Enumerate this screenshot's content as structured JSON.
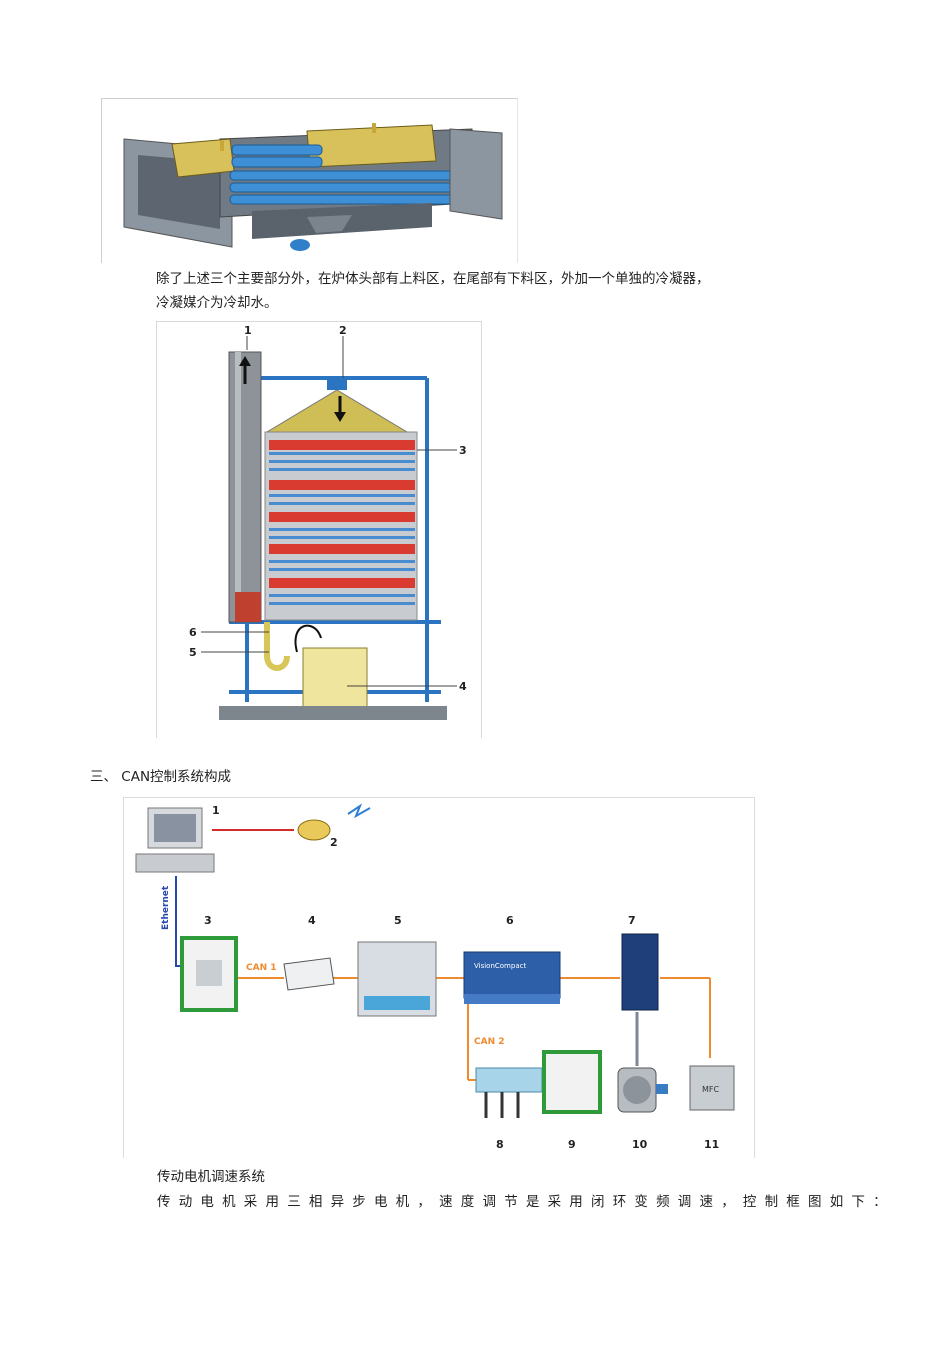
{
  "paragraph1_line1": "除了上述三个主要部分外，在炉体头部有上料区，在尾部有下料区，外加一个单独的冷凝器，",
  "paragraph1_line2": "冷凝媒介为冷却水。",
  "figure2": {
    "callouts": [
      "1",
      "2",
      "3",
      "4",
      "5",
      "6"
    ]
  },
  "section_heading": "三、 CAN控制系统构成",
  "figure3": {
    "numbers": [
      "1",
      "2",
      "3",
      "4",
      "5",
      "6",
      "7",
      "8",
      "9",
      "10",
      "11"
    ],
    "ethernet_label": "Ethernet",
    "can1_label": "CAN 1",
    "can2_label": "CAN 2",
    "device6_label": "VisionCompact",
    "mfc_label": "MFC"
  },
  "subsection_title": "传动电机调速系统",
  "paragraph2": "传动电机采用三相异步电机，速度调节是采用闭环变频调速，控制框图如下："
}
